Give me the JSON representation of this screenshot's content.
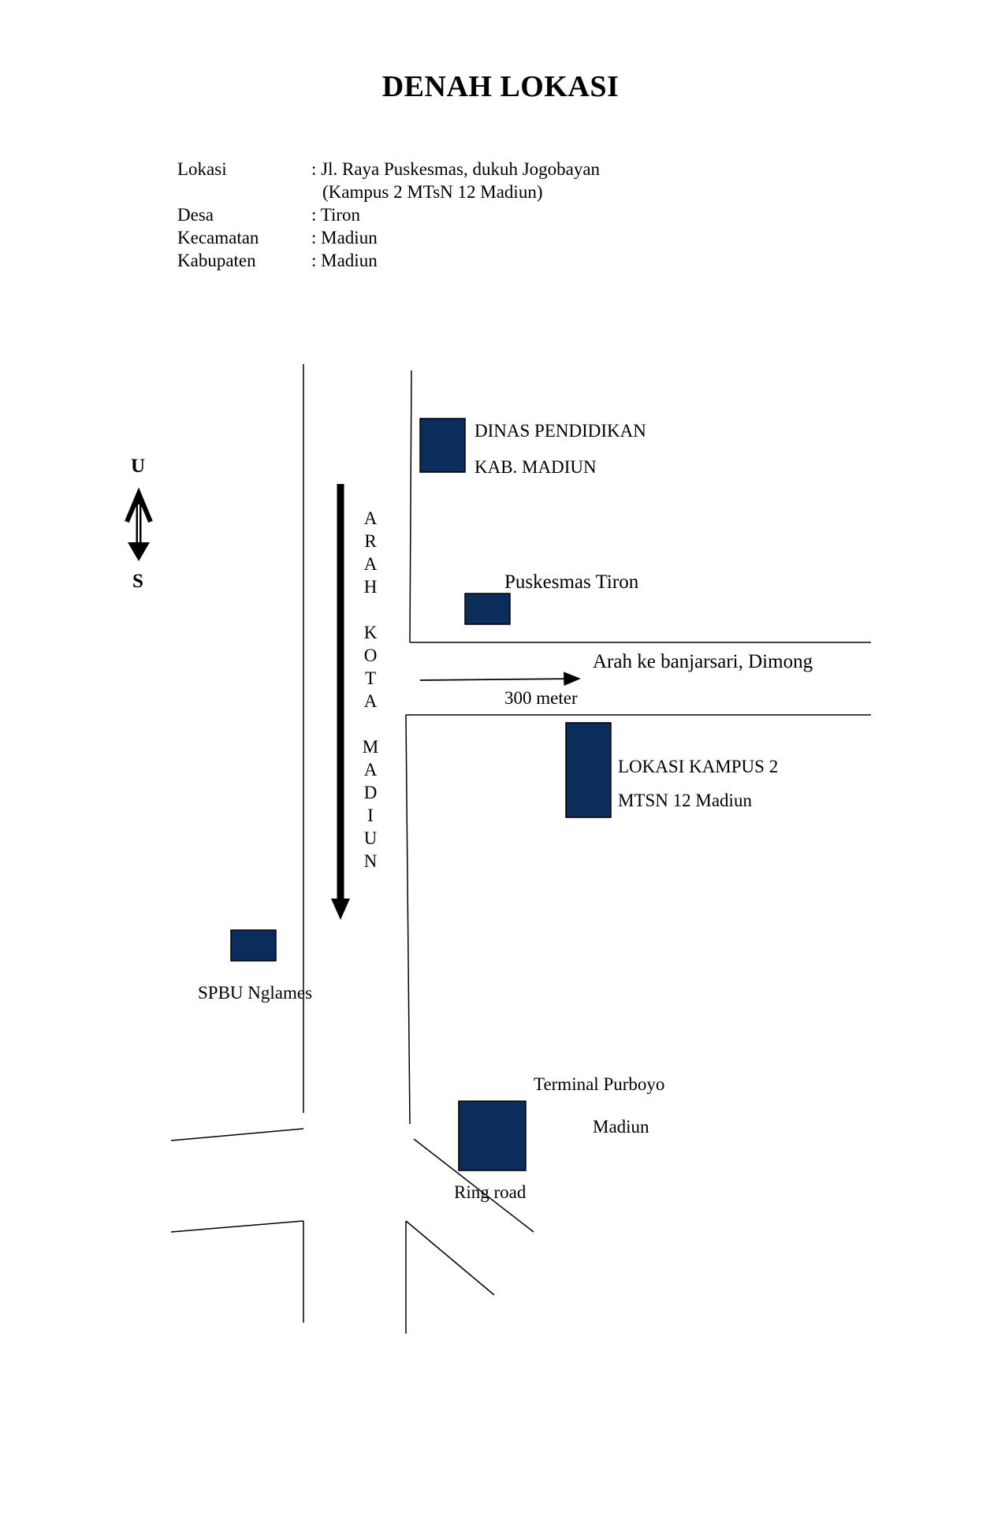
{
  "title": "DENAH LOKASI",
  "info": {
    "lokasi_key": "Lokasi",
    "lokasi_val": ": Jl. Raya Puskesmas, dukuh Jogobayan",
    "lokasi_val2": "(Kampus 2 MTsN 12  Madiun)",
    "desa_key": "Desa",
    "desa_val": ": Tiron",
    "kecamatan_key": "Kecamatan",
    "kecamatan_val": ": Madiun",
    "kabupaten_key": "Kabupaten",
    "kabupaten_val": ": Madiun"
  },
  "compass": {
    "north": "U",
    "south": "S"
  },
  "direction_vertical_letters": [
    "A",
    "R",
    "A",
    "H",
    "",
    "K",
    "O",
    "T",
    "A",
    "",
    "M",
    "A",
    "D",
    "I",
    "U",
    "N"
  ],
  "labels": {
    "dinas_line1": "DINAS PENDIDIKAN",
    "dinas_line2": "KAB. MADIUN",
    "puskesmas": "Puskesmas Tiron",
    "arah_banjarsari": "Arah ke banjarsari, Dimong",
    "distance": "300 meter",
    "kampus_line1": "LOKASI KAMPUS 2",
    "kampus_line2": "MTSN 12 Madiun",
    "spbu": "SPBU Nglames",
    "terminal_line1": "Terminal Purboyo",
    "terminal_line2": "Madiun",
    "ring_road": "Ring road"
  },
  "colors": {
    "building": "#0a2d5c"
  }
}
